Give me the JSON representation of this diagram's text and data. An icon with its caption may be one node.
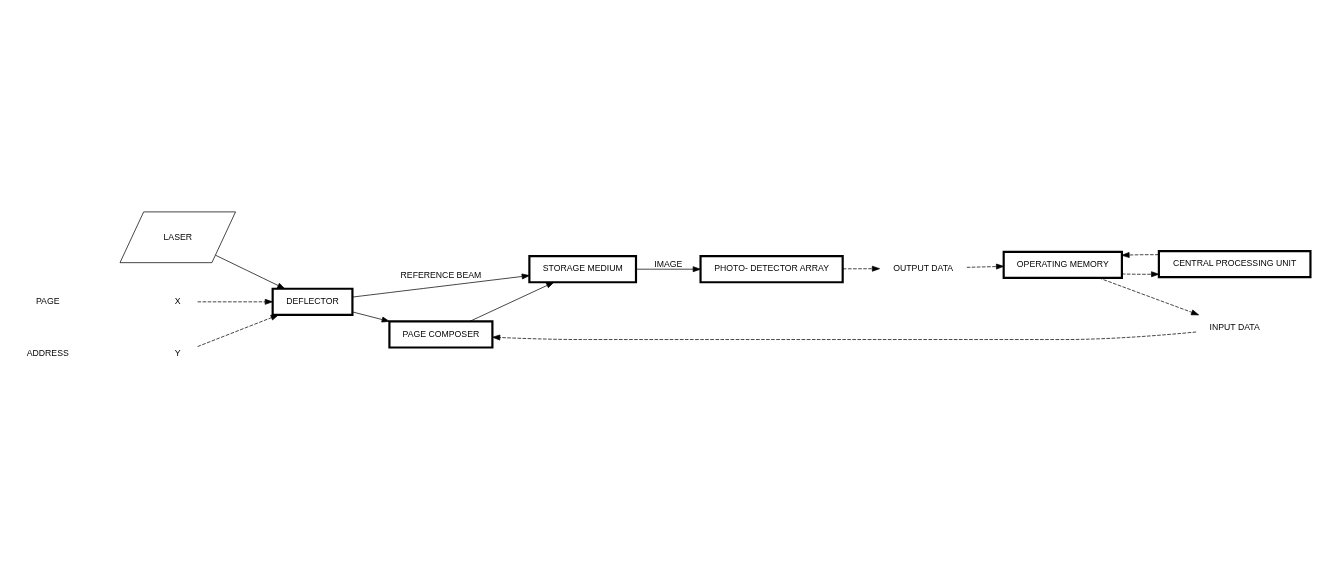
{
  "diagram": {
    "nodes": [
      {
        "text": [
          "LASER"
        ]
      },
      {
        "text": [
          "DEFLECTOR"
        ]
      },
      {
        "text": [
          "PAGE COMPOSER"
        ]
      },
      {
        "text": [
          "STORAGE MEDIUM"
        ]
      },
      {
        "text": [
          "PHOTO- DETECTOR ARRAY"
        ]
      },
      {
        "text": [
          "OPERATING MEMORY"
        ]
      },
      {
        "text": [
          "CENTRAL PROCESSING UNIT"
        ]
      },
      {
        "text": [
          "X"
        ]
      },
      {
        "text": [
          "Y"
        ]
      },
      {
        "text": [
          "INPUT DATA"
        ]
      },
      {
        "text": [
          "OUTPUT DATA"
        ]
      }
    ],
    "edges": [
      {
        "from": 7,
        "to": 1,
        "arrow": "to",
        "style": "dashed"
      },
      {
        "from": 8,
        "to": 1,
        "arrow": "to",
        "style": "dashed"
      },
      {
        "from": 0,
        "to": 1,
        "arrow": "to"
      },
      {
        "from": 1,
        "to": 3,
        "arrow": "to",
        "label": "REFERENCE BEAM"
      },
      {
        "from": 1,
        "to": 2,
        "arrow": "to"
      },
      {
        "from": 2,
        "to": 3,
        "arrow": "to"
      },
      {
        "from": 3,
        "to": 4,
        "arrow": "to",
        "label": "IMAGE"
      },
      {
        "from": 4,
        "to": 10,
        "arrow": "to",
        "style": "dashed"
      },
      {
        "from": 10,
        "to": 5,
        "arrow": "to",
        "style": "dashed"
      },
      {
        "from": 5,
        "to": 9,
        "arrow": "to",
        "style": "dashed"
      },
      {
        "from": 9,
        "to": 2,
        "arrow": "to",
        "style": "dashed"
      },
      {
        "from": 6,
        "to": 5,
        "arrow": "to",
        "style": "dashed"
      },
      {
        "from": 5,
        "to": 6,
        "arrow": "to",
        "style": "dashed"
      }
    ],
    "labels": [
      "PAGE",
      "ADDRESS"
    ]
  }
}
